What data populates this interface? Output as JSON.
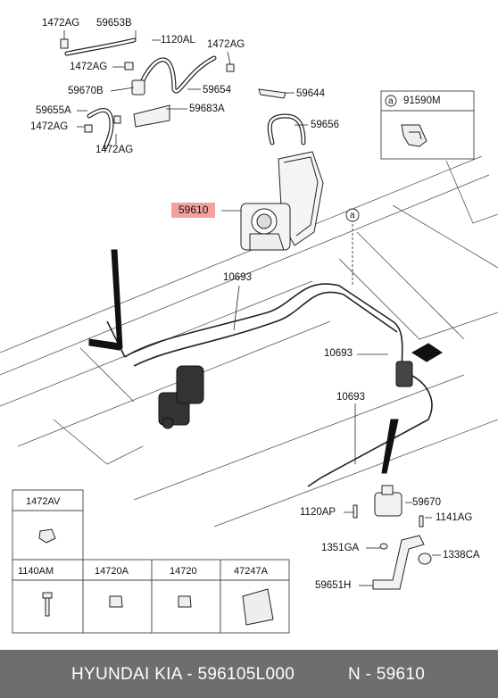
{
  "callouts": {
    "c1472ag_a": "1472AG",
    "c59653b": "59653B",
    "c1120al": "1120AL",
    "c1472ag_b": "1472AG",
    "c1472ag_c": "1472AG",
    "c59670b": "59670B",
    "c59654": "59654",
    "c59644": "59644",
    "c59655a": "59655A",
    "c59683a": "59683A",
    "c1472ag_d": "1472AG",
    "c1472ag_e": "1472AG",
    "c59656": "59656",
    "c59610": "59610",
    "c10693_a": "10693",
    "c10693_b": "10693",
    "c10693_c": "10693",
    "c59670": "59670",
    "c1120ap": "1120AP",
    "c1141ag": "1141AG",
    "c1351ga": "1351GA",
    "c1338ca": "1338CA",
    "c59651h": "59651H",
    "ref_a": "a"
  },
  "inset": {
    "marker": "a",
    "part": "91590M"
  },
  "parts_table": {
    "top": "1472AV",
    "row": [
      "1140AM",
      "14720A",
      "14720",
      "47247A"
    ]
  },
  "footer": {
    "brand": "HYUNDAI  KIA - 596105L000",
    "code": "N - 59610"
  },
  "colors": {
    "highlight": "#f4a0a0",
    "footer_bg": "#6e6e6e",
    "line": "#222222"
  }
}
